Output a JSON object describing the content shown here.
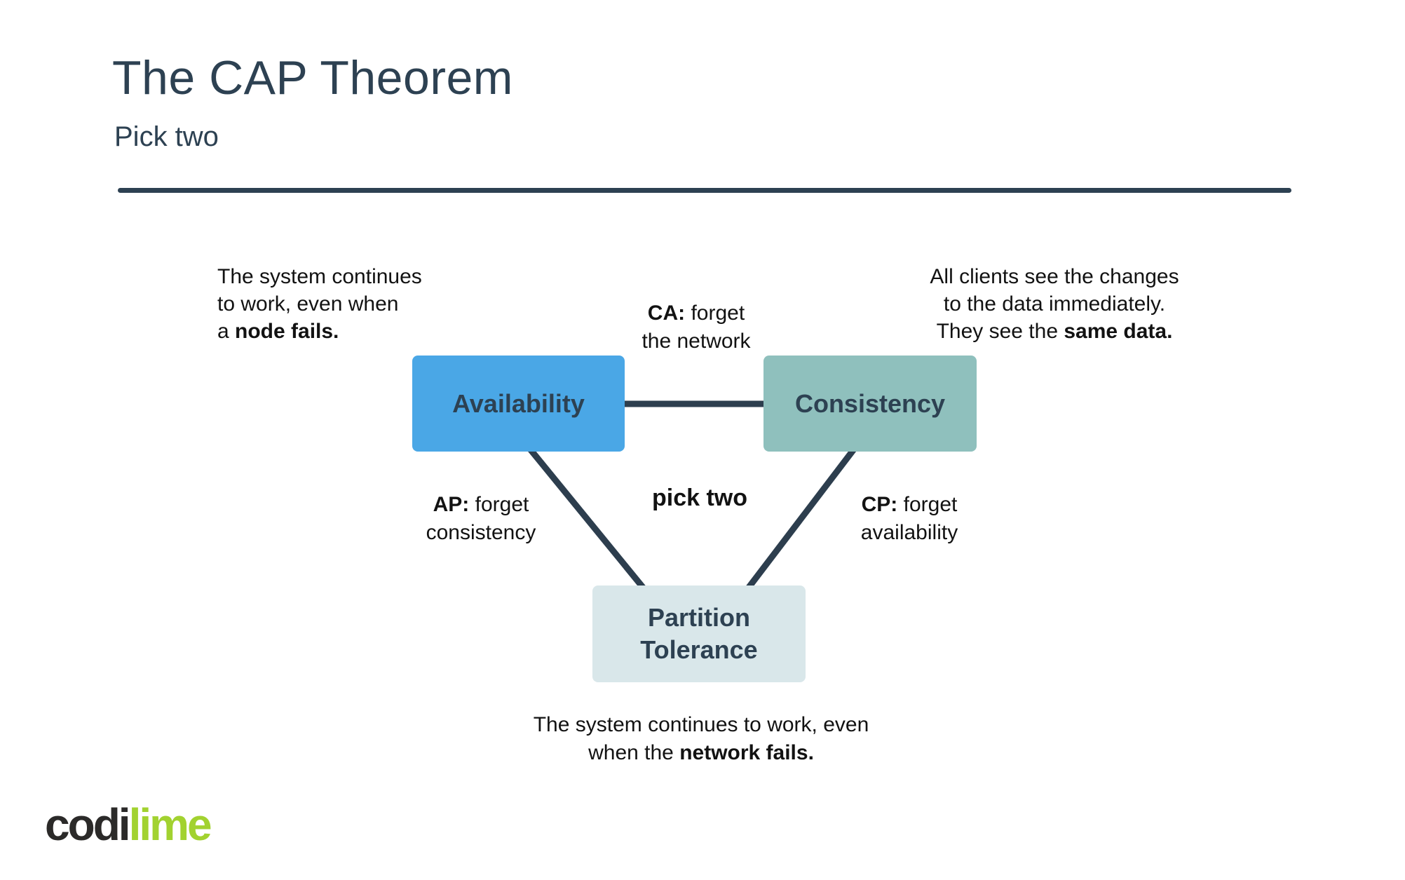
{
  "slide": {
    "title": "The CAP Theorem",
    "subtitle": "Pick two"
  },
  "diagram": {
    "nodes": {
      "availability": {
        "label": "Availability",
        "color": "#4aa7e6"
      },
      "consistency": {
        "label": "Consistency",
        "color": "#8fc0bd"
      },
      "partition": {
        "label_line1": "Partition",
        "label_line2": "Tolerance",
        "color": "#d9e7ea"
      }
    },
    "center_label": "pick two",
    "edge_labels": {
      "ca": {
        "abbr": "CA:",
        "text": " forget",
        "line2": "the network"
      },
      "ap": {
        "abbr": "AP:",
        "text": " forget",
        "line2": "consistency"
      },
      "cp": {
        "abbr": "CP:",
        "text": " forget",
        "line2": "availability"
      }
    },
    "annotations": {
      "availability": {
        "line1": "The system continues",
        "line2": "to work, even when",
        "line3_text": "a ",
        "line3_bold": "node fails."
      },
      "consistency": {
        "line1": "All clients see the changes",
        "line2": "to the data immediately.",
        "line3_text": "They see the ",
        "line3_bold": "same data."
      },
      "partition": {
        "line1": "The system continues to work, even",
        "line2_text": "when the ",
        "line2_bold": "network fails."
      }
    }
  },
  "footer": {
    "logo": {
      "dark": "codi",
      "green": "lime"
    }
  },
  "colors": {
    "navy": "#2d4152",
    "connector_line": "#2d3e4e",
    "text_black": "#121212",
    "availability_blue": "#4aa7e6",
    "consistency_teal": "#8fc0bd",
    "partition_light": "#d9e7ea",
    "logo_dark": "#2b2a29",
    "logo_green": "#a2d230"
  }
}
